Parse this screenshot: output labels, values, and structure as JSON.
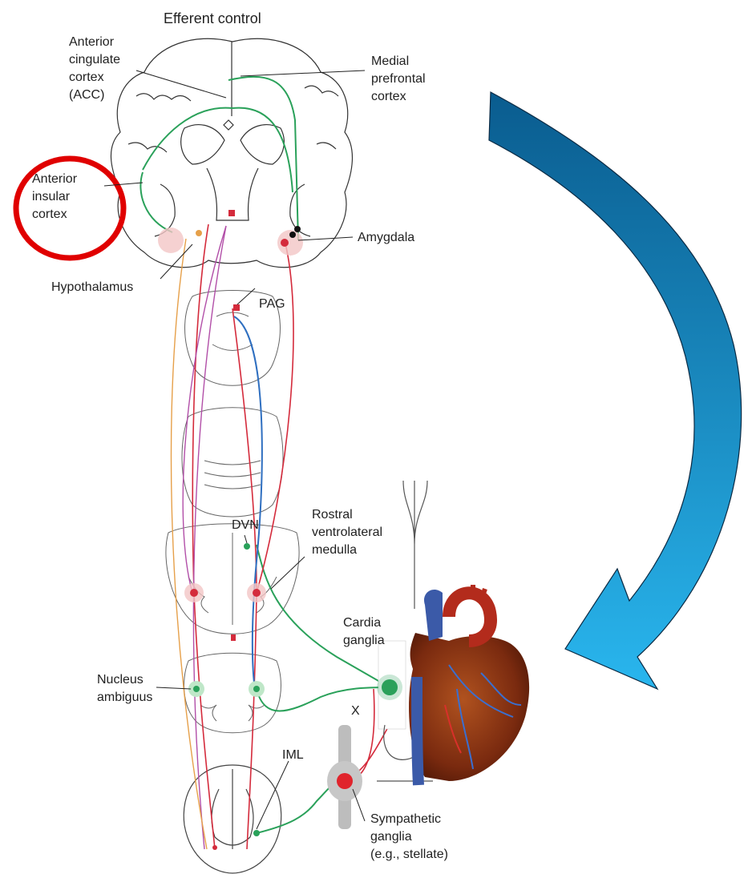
{
  "title": "Efferent control",
  "labels": {
    "acc": "Anterior\ncingulate\ncortex\n(ACC)",
    "mpfc": "Medial\nprefrontal\ncortex",
    "insula": "Anterior\ninsular\ncortex",
    "amygdala": "Amygdala",
    "hypothalamus": "Hypothalamus",
    "pag": "PAG",
    "dvn": "DVN",
    "rvlm": "Rostral\nventrolateral\nmedulla",
    "cardia": "Cardia\nganglia",
    "nucleus": "Nucleus\nambiguus",
    "x": "X",
    "iml": "IML",
    "symp": "Sympathetic\nganglia\n(e.g., stellate)"
  },
  "colors": {
    "green": "#2aa15a",
    "red": "#d42b3c",
    "magenta": "#b24fa8",
    "orange": "#e6a04a",
    "blue": "#2f6fc0",
    "highlight_circle": "#e00000",
    "arrow_top": "#0a5c8f",
    "arrow_bottom": "#29b6ee"
  },
  "icons": {
    "heart": "heart-icon",
    "highlight": "red-circle-highlight",
    "arrow": "curved-arrow-icon"
  }
}
